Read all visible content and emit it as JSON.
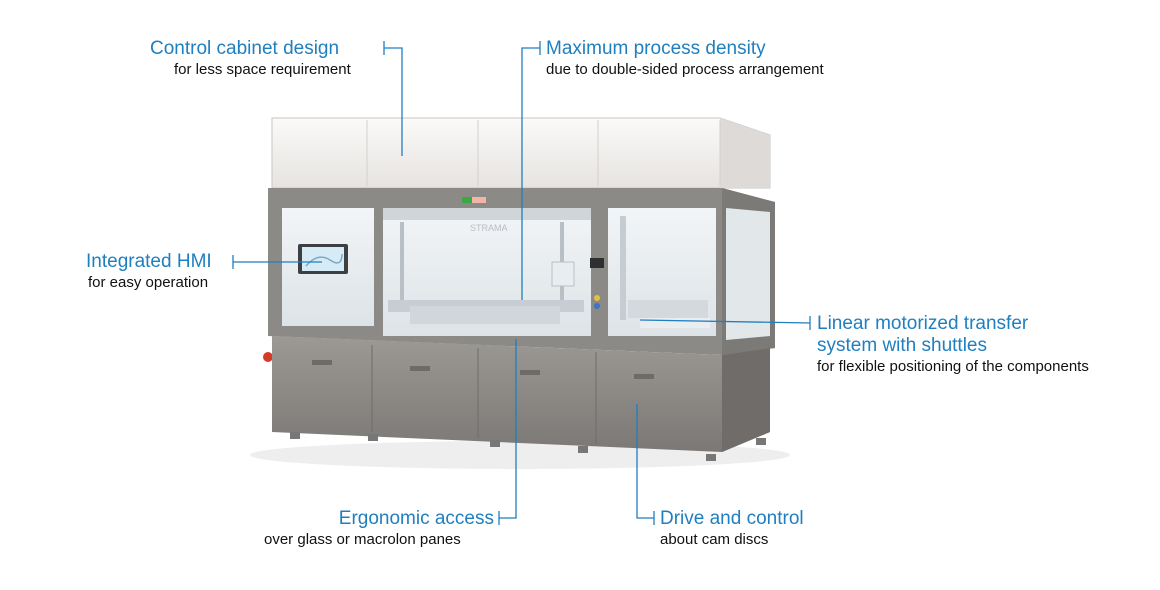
{
  "callouts": {
    "cabinet": {
      "title": "Control cabinet design",
      "subtitle": "for less space requirement"
    },
    "density": {
      "title": "Maximum process density",
      "subtitle": "due to double-sided process arrangement"
    },
    "hmi": {
      "title": "Integrated HMI",
      "subtitle": "for easy operation"
    },
    "transfer": {
      "title_line1": "Linear motorized transfer",
      "title_line2": "system with shuttles",
      "subtitle": "for flexible positioning of the components"
    },
    "ergonomic": {
      "title": "Ergonomic access",
      "subtitle": "over glass or macrolon panes"
    },
    "drive": {
      "title": "Drive and control",
      "subtitle": "about cam discs"
    }
  },
  "machine": {
    "brand_text": "STRAMA"
  },
  "colors": {
    "accent": "#1f7fbf",
    "text": "#111111",
    "frame": "#8c8a87",
    "cabinet": "#f1efed",
    "glass": "#e9eef2"
  }
}
